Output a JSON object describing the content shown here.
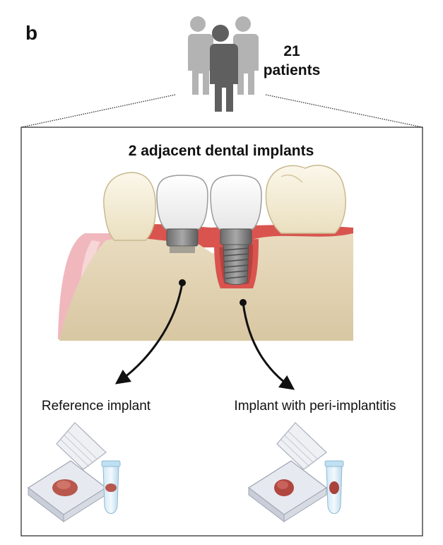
{
  "panel_label": "b",
  "cohort": {
    "count": "21",
    "unit": "patients"
  },
  "box_title": "2 adjacent dental implants",
  "left_branch": {
    "label": "Reference implant"
  },
  "right_branch": {
    "label": "Implant with peri-implantitis"
  }
}
